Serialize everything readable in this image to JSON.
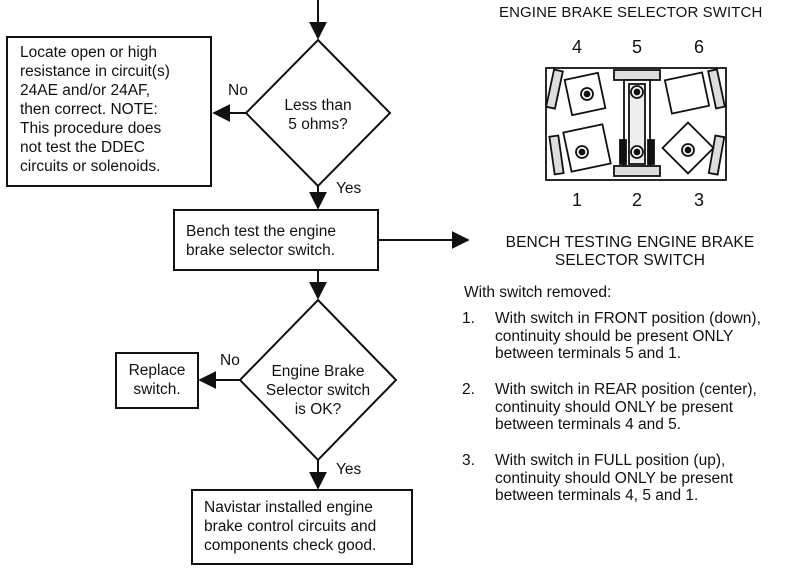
{
  "flow": {
    "box_locate": "Locate open or high\nresistance in circuit(s)\n24AE and/or 24AF,\nthen correct. NOTE:\nThis procedure does\nnot test the DDEC\ncircuits or solenoids.",
    "decision_1": "Less than\n5 ohms?",
    "decision_1_no": "No",
    "decision_1_yes": "Yes",
    "box_bench": "Bench test the engine\nbrake selector switch.",
    "decision_2": "Engine Brake\nSelector switch\nis OK?",
    "decision_2_no": "No",
    "decision_2_yes": "Yes",
    "box_replace": "Replace\nswitch.",
    "box_final": "Navistar installed engine\nbrake control circuits and\ncomponents check good."
  },
  "switch_figure": {
    "title": "ENGINE BRAKE SELECTOR SWITCH",
    "top_terminals": [
      "4",
      "5",
      "6"
    ],
    "bottom_terminals": [
      "1",
      "2",
      "3"
    ]
  },
  "bench_testing": {
    "title": "BENCH TESTING ENGINE BRAKE\nSELECTOR SWITCH",
    "intro": "With switch removed:",
    "steps": [
      {
        "num": "1.",
        "text": "With switch in FRONT position (down),\ncontinuity should be present ONLY\nbetween terminals 5 and 1."
      },
      {
        "num": "2.",
        "text": "With switch in REAR position (center),\ncontinuity should ONLY be present\nbetween terminals 4 and 5."
      },
      {
        "num": "3.",
        "text": "With switch in FULL position (up),\ncontinuity should ONLY be present\nbetween terminals 4, 5 and 1."
      }
    ]
  }
}
